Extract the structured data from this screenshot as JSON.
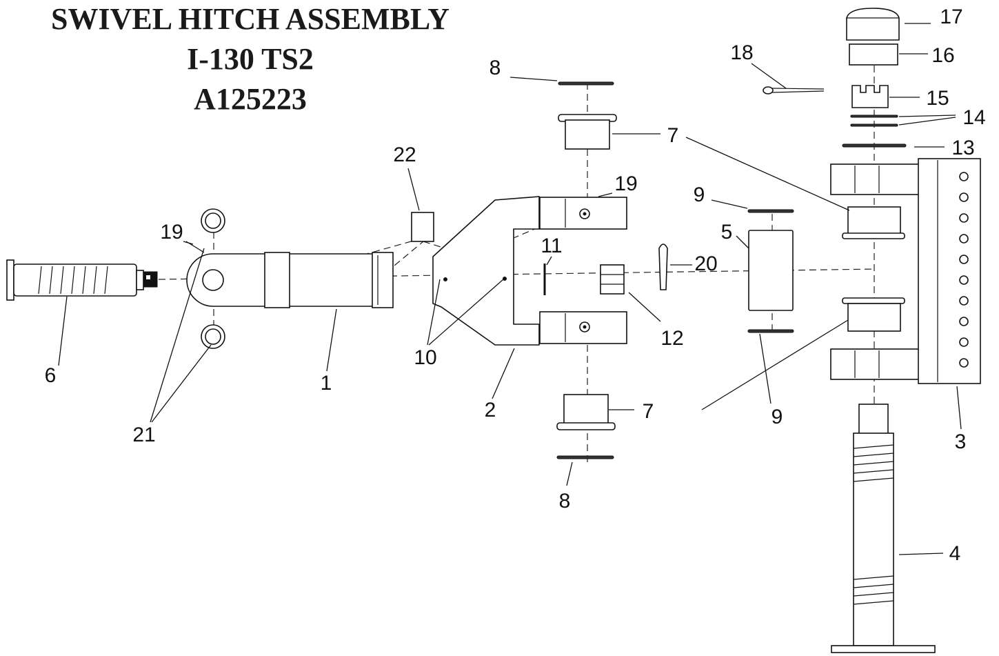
{
  "title": {
    "line1": "SWIVEL HITCH ASSEMBLY",
    "line2": "I-130 TS2",
    "line3": "A125223"
  },
  "callouts": {
    "c1": "1",
    "c2": "2",
    "c3": "3",
    "c4": "4",
    "c5": "5",
    "c6": "6",
    "c7a": "7",
    "c7b": "7",
    "c8a": "8",
    "c8b": "8",
    "c9a": "9",
    "c9b": "9",
    "c10": "10",
    "c11": "11",
    "c12": "12",
    "c13": "13",
    "c14": "14",
    "c15": "15",
    "c16": "16",
    "c17": "17",
    "c18": "18",
    "c19a": "19",
    "c19b": "19",
    "c20": "20",
    "c21": "21",
    "c22": "22"
  }
}
